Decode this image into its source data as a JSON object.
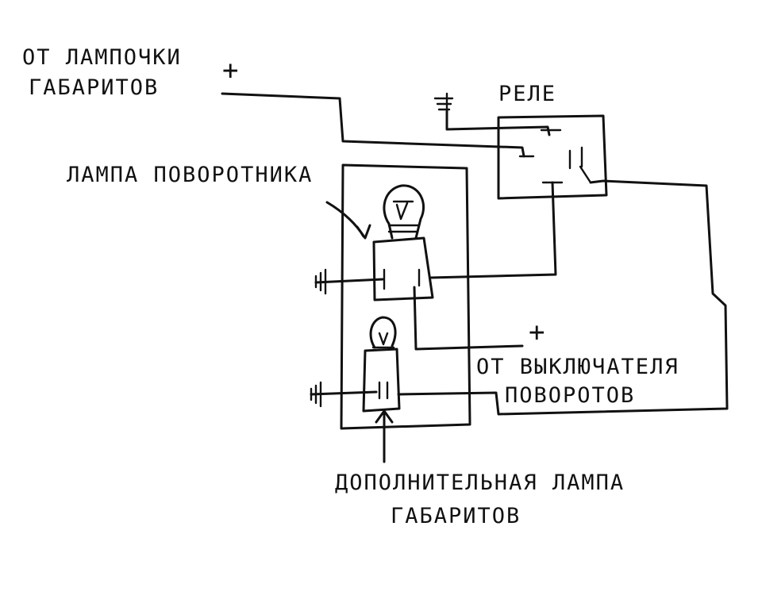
{
  "diagram": {
    "labels": {
      "from_marker_lamp_line1": "ОТ ЛАМПОЧКИ",
      "from_marker_lamp_line2": "ГАБАРИТОВ",
      "plus_top": "+",
      "relay": "РЕЛЕ",
      "turn_signal_lamp": "ЛАМПА ПОВОРОТНИКА",
      "plus_switch": "+",
      "from_switch_line1": "ОТ ВЫКЛЮЧАТЕЛЯ",
      "from_switch_line2": "ПОВОРОТОВ",
      "extra_lamp_line1": "ДОПОЛНИТЕЛЬНАЯ ЛАМПА",
      "extra_lamp_line2": "ГАБАРИТОВ"
    },
    "ink_color": "#111111",
    "background": "#ffffff"
  }
}
